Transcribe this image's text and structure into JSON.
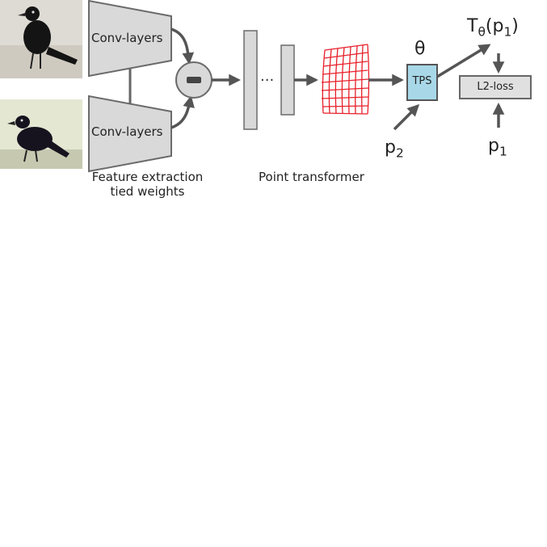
{
  "labels": {
    "conv_top": "Conv-layers",
    "conv_bottom": "Conv-layers",
    "feature_caption_line1": "Feature extraction",
    "feature_caption_line2": "tied weights",
    "point_transformer": "Point transformer",
    "ellipsis": "...",
    "theta": "θ",
    "tps": "TPS",
    "l2_loss": "L2-loss",
    "output_T": "T",
    "output_theta_sub": "θ",
    "output_open": "(p",
    "output_p_sub": "1",
    "output_close": ")",
    "p2": "p",
    "p2_sub": "2",
    "p1": "p",
    "p1_sub": "1"
  },
  "icons": {
    "subtract": "minus-icon",
    "warped_grid": "warped-grid-icon",
    "bird_photos": [
      "bird-photo-icon",
      "bird-photo-icon"
    ]
  },
  "colors": {
    "trapezoid_fill": "#d9d9d9",
    "stroke": "#666666",
    "arrow": "#555555",
    "tps_fill": "#a8d8e8",
    "grid": "#e8202a",
    "photo_bg": "#dedbd4"
  }
}
